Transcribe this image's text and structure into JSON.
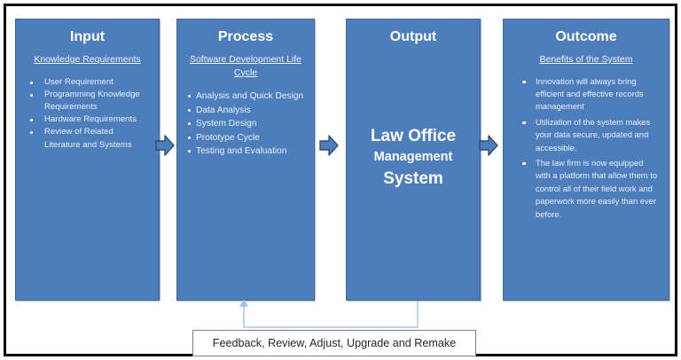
{
  "diagram": {
    "title_bar": null,
    "colors": {
      "box_fill": "#4d7ebb",
      "box_border": "#3a6699",
      "frame": "#0a0a0a",
      "text_light": "#ffffff",
      "connector": "#9dc3e6",
      "feedback_border": "#808080"
    },
    "stages": [
      {
        "id": "input",
        "title": "Input",
        "subtitle": "Knowledge Requirements",
        "bullets": [
          "User Requirement",
          "Programming Knowledge Requirements",
          "Hardware Requirements",
          "Review of Related Literature and Systems"
        ]
      },
      {
        "id": "process",
        "title": "Process",
        "subtitle": "Software Development Life Cycle",
        "bullets": [
          "Analysis and Quick Design",
          "Data Analysis",
          "System Design",
          "Prototype Cycle",
          "Testing and Evaluation"
        ]
      },
      {
        "id": "output",
        "title": "Output",
        "center_lines": [
          "Law Office",
          "Management",
          "System"
        ]
      },
      {
        "id": "outcome",
        "title": "Outcome",
        "subtitle": "Benefits of the System",
        "bullets": [
          "Innovation will always bring efficient and effective records management",
          "Utilization of the system makes your data secure, updated and accessible.",
          "The law firm is now equipped with a platform that allow them to control all of their field work and paperwork more easily than ever before."
        ]
      }
    ],
    "connectors": [
      {
        "id": "input-to-process",
        "icon": "right-block-arrow-icon"
      },
      {
        "id": "process-to-output",
        "icon": "right-block-arrow-icon"
      },
      {
        "id": "output-to-outcome",
        "icon": "right-block-arrow-icon"
      }
    ],
    "feedback": {
      "label": "Feedback, Review, Adjust, Upgrade and Remake",
      "arrow_icon": "up-arrow-icon"
    }
  }
}
